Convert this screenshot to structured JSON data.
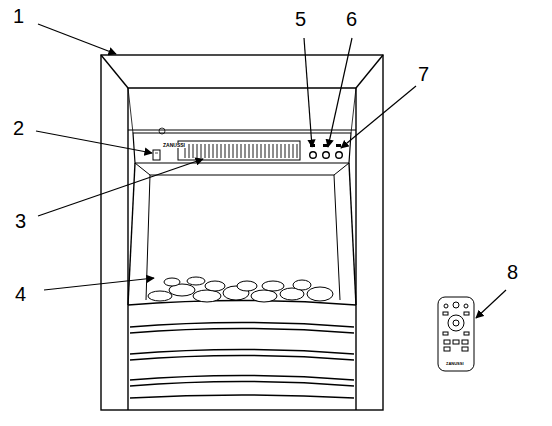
{
  "diagram": {
    "labels": [
      "1",
      "2",
      "3",
      "4",
      "5",
      "6",
      "7",
      "8",
      "ZANUSSI",
      "ZANUSSI"
    ]
  }
}
